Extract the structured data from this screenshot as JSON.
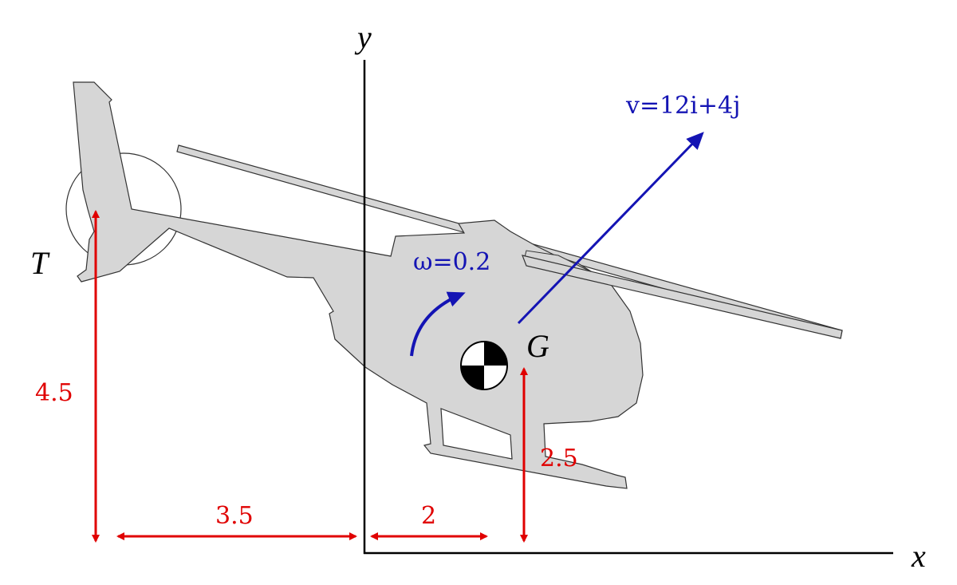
{
  "axes": {
    "x_label": "x",
    "y_label": "y"
  },
  "points": {
    "tail": "T",
    "center_of_gravity": "G"
  },
  "velocity": {
    "label": "v=12i+4j"
  },
  "angular_velocity": {
    "label": "ω=0.2"
  },
  "dimensions": {
    "tail_height": "4.5",
    "tail_to_origin": "3.5",
    "origin_to_g": "2",
    "g_height": "2.5"
  },
  "colors": {
    "dimension": "#e00000",
    "kinematics": "#1414b4",
    "body": "#d6d6d6"
  }
}
